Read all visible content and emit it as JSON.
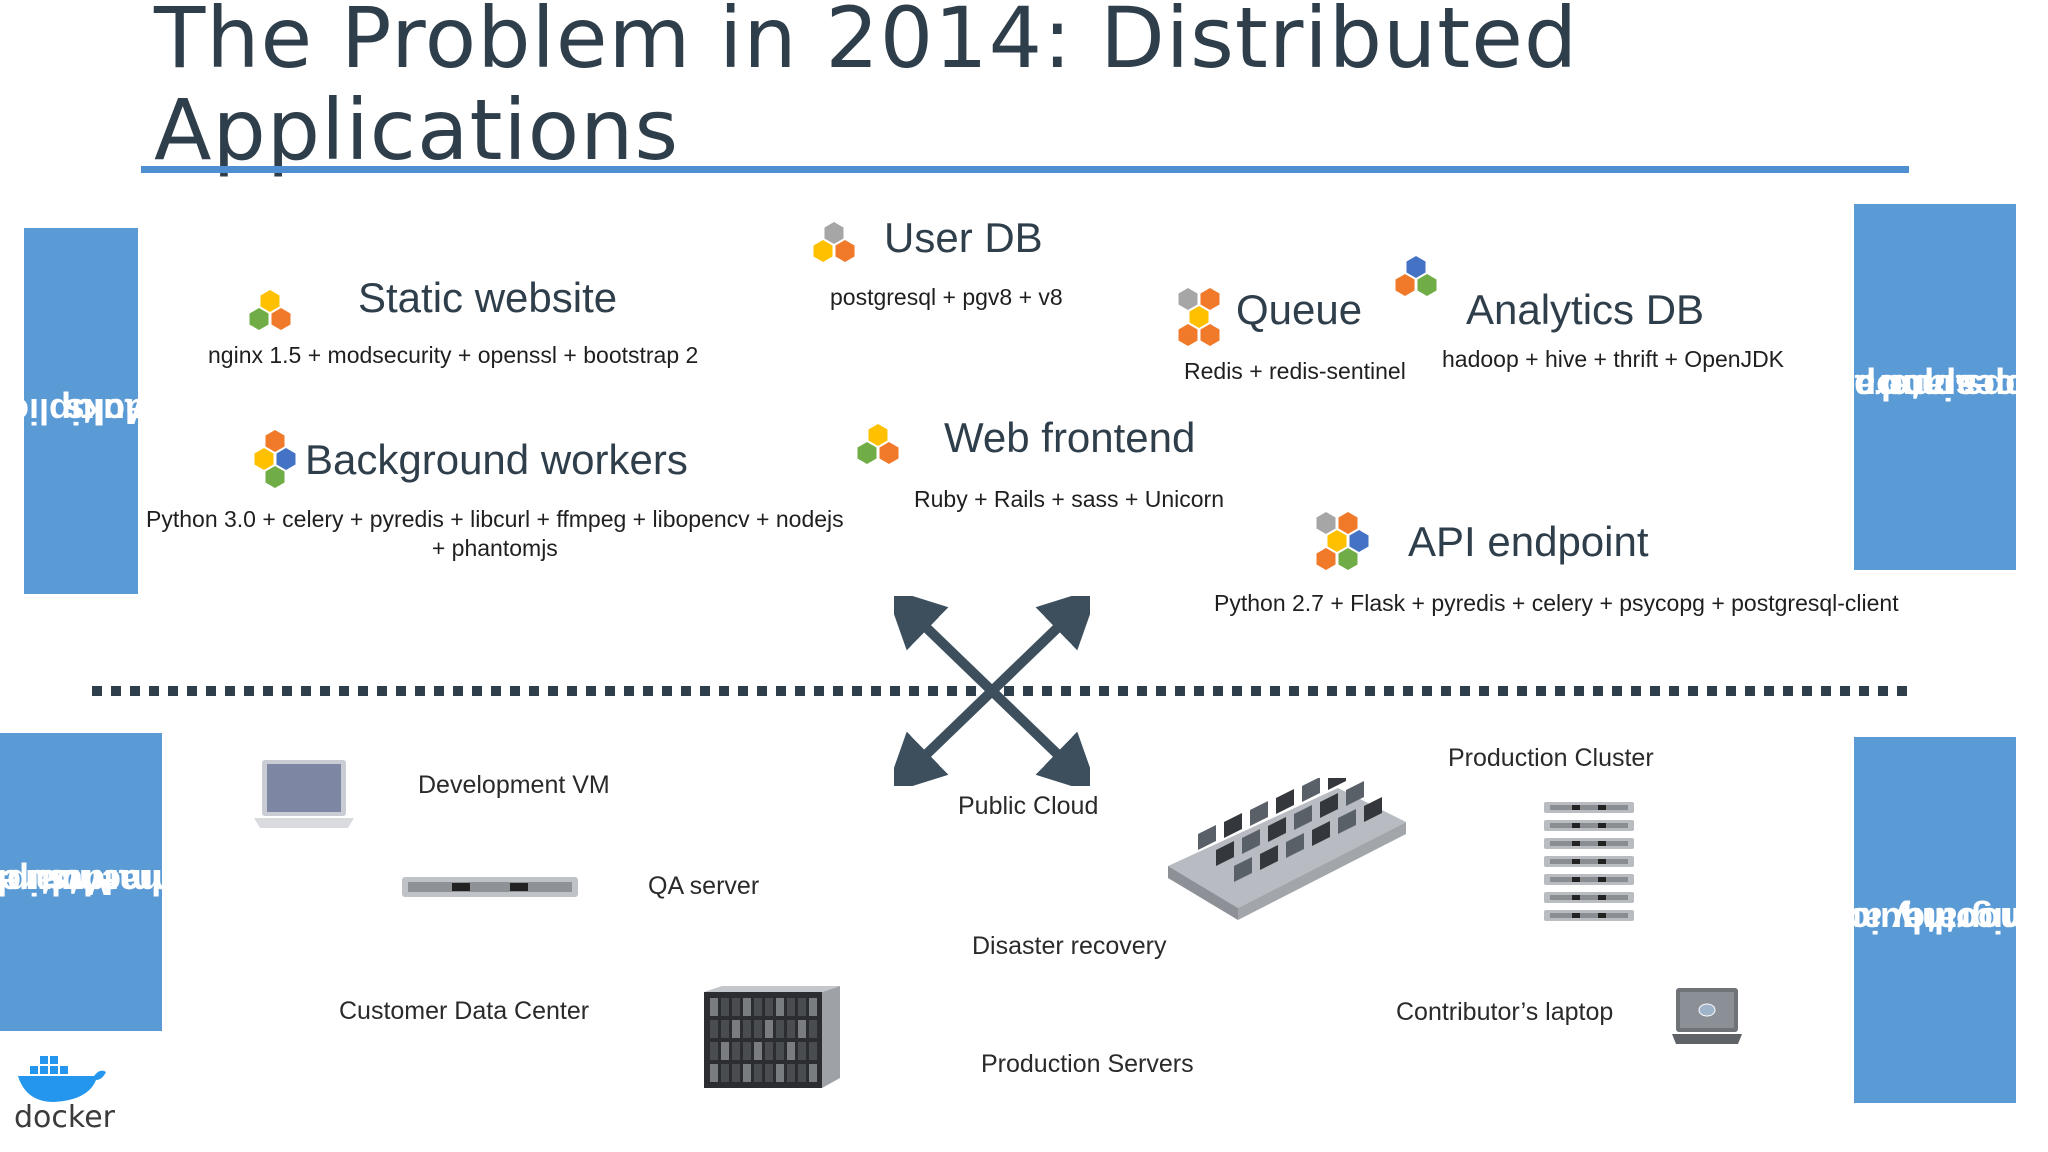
{
  "slide": {
    "title_line1": "The Problem in 2014: Distributed",
    "title_line2": "Applications"
  },
  "side_labels": {
    "stacks": [
      "Multiplicity of",
      "Stacks"
    ],
    "hardware": [
      "Multiplicity of",
      "hardware",
      "environments"
    ],
    "interact": [
      "Do services and",
      "apps interact",
      "appropriately?"
    ],
    "migrate": [
      "Can I migrate",
      "smoothly and",
      "quickly?"
    ]
  },
  "services": {
    "static_website": {
      "title": "Static website",
      "stack": "nginx 1.5 + modsecurity + openssl + bootstrap 2"
    },
    "user_db": {
      "title": "User DB",
      "stack": "postgresql + pgv8 + v8"
    },
    "queue": {
      "title": "Queue",
      "stack": "Redis + redis-sentinel"
    },
    "analytics_db": {
      "title": "Analytics DB",
      "stack": "hadoop + hive + thrift + OpenJDK"
    },
    "background_workers": {
      "title": "Background workers",
      "stack_line1": "Python 3.0 + celery + pyredis + libcurl + ffmpeg + libopencv + nodejs",
      "stack_line2": "+ phantomjs"
    },
    "web_frontend": {
      "title": "Web frontend",
      "stack": "Ruby + Rails + sass + Unicorn"
    },
    "api_endpoint": {
      "title": "API endpoint",
      "stack": "Python 2.7 + Flask + pyredis + celery + psycopg + postgresql-client"
    }
  },
  "environments": {
    "development_vm": "Development VM",
    "qa_server": "QA server",
    "customer_data_center": "Customer Data Center",
    "public_cloud": "Public Cloud",
    "disaster_recovery": "Disaster recovery",
    "production_servers": "Production Servers",
    "production_cluster": "Production Cluster",
    "contributors_laptop": "Contributor’s laptop"
  },
  "logo": {
    "text": "docker"
  },
  "colors": {
    "accent_blue": "#5b9bd5",
    "rule_blue": "#4f8ed0",
    "title_dark": "#2f3e4b",
    "hex_orange": "#f07a2a",
    "hex_yellow": "#ffc000",
    "hex_green": "#70ad47",
    "hex_blue": "#4472c4",
    "hex_gray": "#a6a6a6"
  }
}
